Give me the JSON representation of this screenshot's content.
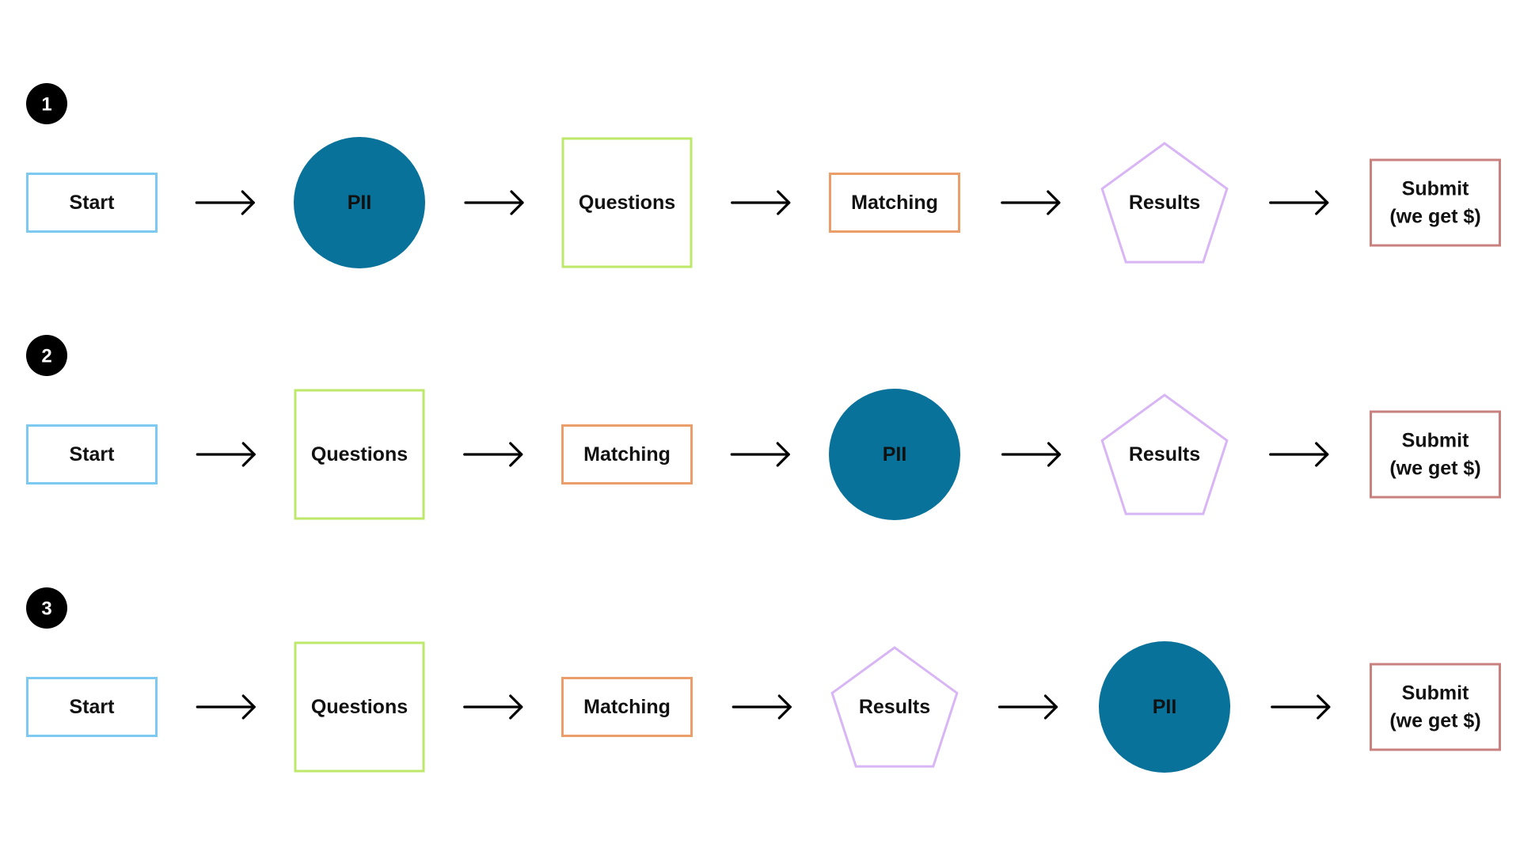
{
  "colors": {
    "background": "#ffffff",
    "badge": "#000000",
    "arrow": "#000000",
    "start": "#7cc9f2",
    "pii": "#08729b",
    "questions": "#bde86a",
    "matching": "#ec9e6a",
    "results": "#d8b6f5",
    "submit": "#c98180"
  },
  "flows": [
    {
      "badge": "1",
      "steps": [
        {
          "kind": "start",
          "shape": "rect",
          "label": "Start"
        },
        {
          "kind": "pii",
          "shape": "circle",
          "label": "PII"
        },
        {
          "kind": "questions",
          "shape": "square",
          "label": "Questions"
        },
        {
          "kind": "matching",
          "shape": "rect",
          "label": "Matching"
        },
        {
          "kind": "results",
          "shape": "pentagon",
          "label": "Results"
        },
        {
          "kind": "submit",
          "shape": "rect",
          "label": [
            "Submit",
            "(we get $)"
          ]
        }
      ]
    },
    {
      "badge": "2",
      "steps": [
        {
          "kind": "start",
          "shape": "rect",
          "label": "Start"
        },
        {
          "kind": "questions",
          "shape": "square",
          "label": "Questions"
        },
        {
          "kind": "matching",
          "shape": "rect",
          "label": "Matching"
        },
        {
          "kind": "pii",
          "shape": "circle",
          "label": "PII"
        },
        {
          "kind": "results",
          "shape": "pentagon",
          "label": "Results"
        },
        {
          "kind": "submit",
          "shape": "rect",
          "label": [
            "Submit",
            "(we get $)"
          ]
        }
      ]
    },
    {
      "badge": "3",
      "steps": [
        {
          "kind": "start",
          "shape": "rect",
          "label": "Start"
        },
        {
          "kind": "questions",
          "shape": "square",
          "label": "Questions"
        },
        {
          "kind": "matching",
          "shape": "rect",
          "label": "Matching"
        },
        {
          "kind": "results",
          "shape": "pentagon",
          "label": "Results"
        },
        {
          "kind": "pii",
          "shape": "circle",
          "label": "PII"
        },
        {
          "kind": "submit",
          "shape": "rect",
          "label": [
            "Submit",
            "(we get $)"
          ]
        }
      ]
    }
  ]
}
